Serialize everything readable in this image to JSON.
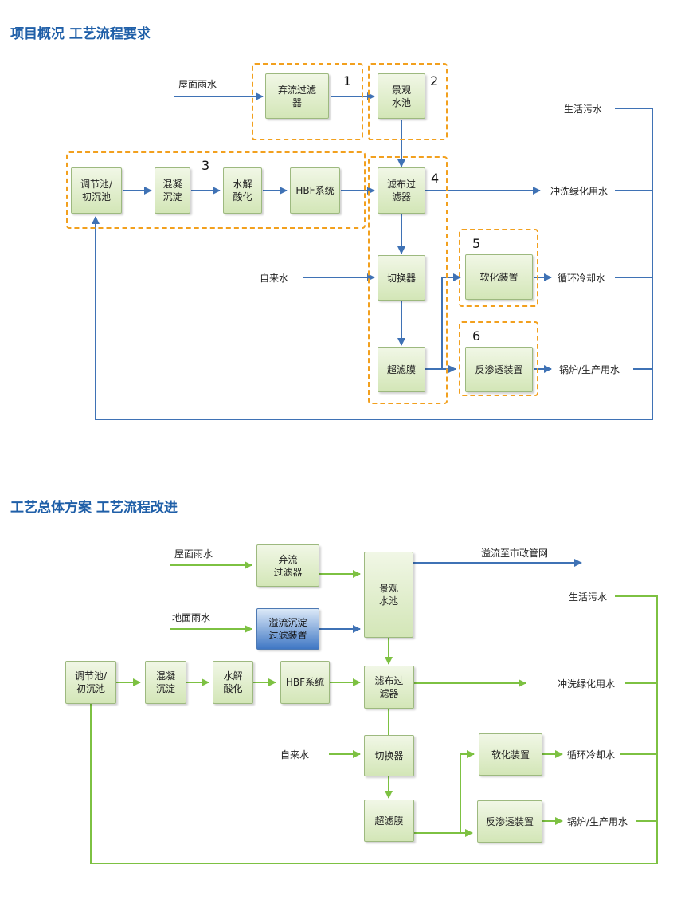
{
  "section1": {
    "title": "项目概况 工艺流程要求",
    "boxes": {
      "abandon_filter": "弃流过滤\n器",
      "landscape_pool": "景观\n水池",
      "regulating_pool": "调节池/\n初沉池",
      "coagulation": "混凝\n沉淀",
      "hydrolysis": "水解\n酸化",
      "hbf": "HBF系统",
      "cloth_filter": "滤布过\n滤器",
      "switcher": "切换器",
      "ultrafiltration": "超滤膜",
      "softener": "软化装置",
      "reverse_osmosis": "反渗透装置"
    },
    "labels": {
      "roof_rain": "屋面雨水",
      "domestic_sewage": "生活污水",
      "flush_green": "冲洗绿化用水",
      "tap_water": "自来水",
      "cooling_water": "循环冷却水",
      "boiler_water": "锅炉/生产用水"
    },
    "numbers": [
      "1",
      "2",
      "3",
      "4",
      "5",
      "6"
    ]
  },
  "section2": {
    "title": "工艺总体方案 工艺流程改进",
    "boxes": {
      "abandon_filter": "弃流\n过滤器",
      "overflow_device": "溢流沉淀\n过滤装置",
      "landscape_pool": "景观\n水池",
      "regulating_pool": "调节池/\n初沉池",
      "coagulation": "混凝\n沉淀",
      "hydrolysis": "水解\n酸化",
      "hbf": "HBF系统",
      "cloth_filter": "滤布过\n滤器",
      "switcher": "切换器",
      "ultrafiltration": "超滤膜",
      "softener": "软化装置",
      "reverse_osmosis": "反渗透装置"
    },
    "labels": {
      "roof_rain": "屋面雨水",
      "ground_rain": "地面雨水",
      "overflow_municipal": "溢流至市政管网",
      "domestic_sewage": "生活污水",
      "flush_green": "冲洗绿化用水",
      "tap_water": "自来水",
      "cooling_water": "循环冷却水",
      "boiler_water": "锅炉/生产用水"
    }
  },
  "colors": {
    "title": "#1f5fa8",
    "blue_line": "#3f72b5",
    "green_line": "#7dc142",
    "dashed_border": "#f2a01e",
    "box_fill": "#d3e6b7",
    "highlight_box": "#3f77c4"
  }
}
